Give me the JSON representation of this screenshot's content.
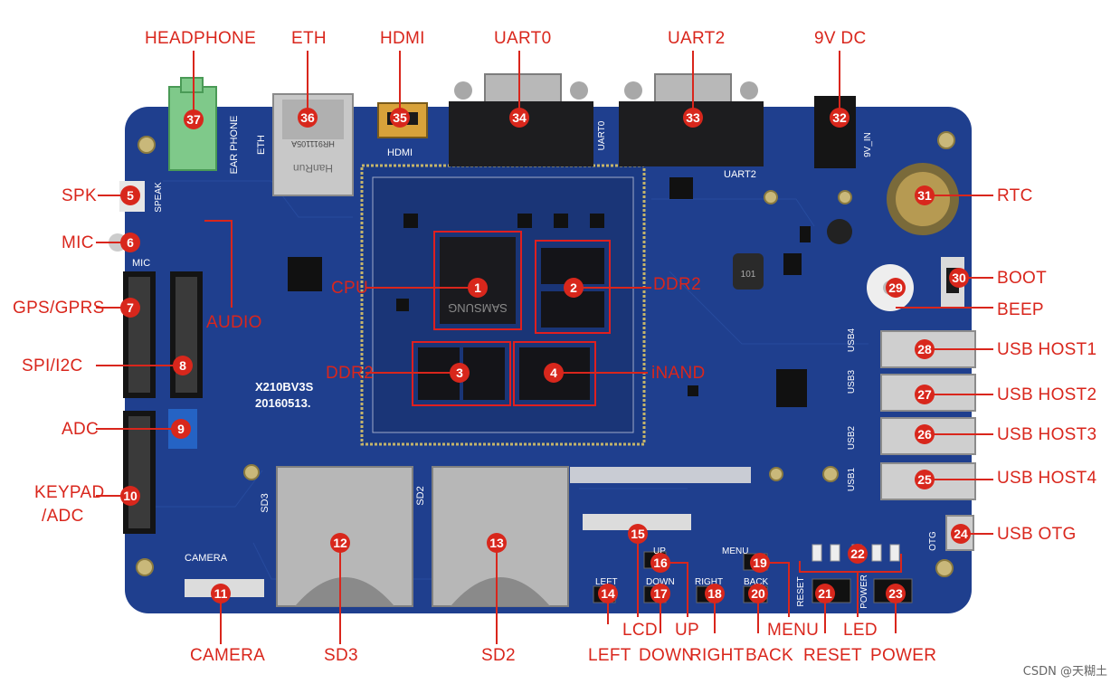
{
  "watermark": "CSDN @天糊土",
  "board_silk": {
    "model": "X210BV3S",
    "date": "20160513.",
    "speak": "SPEAK",
    "mic": "MIC",
    "ear_phone": "EAR PHONE",
    "eth": "ETH",
    "hdmi": "HDMI",
    "uart0": "UART0",
    "uart2": "UART2",
    "nine_v_in": "9V_IN",
    "sd3": "SD3",
    "sd2": "SD2",
    "camera": "CAMERA",
    "up": "UP",
    "down": "DOWN",
    "left": "LEFT",
    "right": "RIGHT",
    "menu": "MENU",
    "back": "BACK",
    "reset": "RESET",
    "power": "POWER",
    "otg": "OTG",
    "usb1": "USB1",
    "usb2": "USB2",
    "usb3": "USB3",
    "usb4": "USB4",
    "samsung": "SAMSUNG",
    "hanrun": "HanRun",
    "hanrun_part": "HR911105A",
    "ind": "101"
  },
  "labels": [
    {
      "id": "headphone",
      "text": "HEADPHONE"
    },
    {
      "id": "eth",
      "text": "ETH"
    },
    {
      "id": "hdmi",
      "text": "HDMI"
    },
    {
      "id": "uart0",
      "text": "UART0"
    },
    {
      "id": "uart2",
      "text": "UART2"
    },
    {
      "id": "dc9v",
      "text": "9V DC"
    },
    {
      "id": "spk",
      "text": "SPK"
    },
    {
      "id": "mic",
      "text": "MIC"
    },
    {
      "id": "audio",
      "text": "AUDIO"
    },
    {
      "id": "gps",
      "text": "GPS/GPRS"
    },
    {
      "id": "spi",
      "text": "SPI/I2C"
    },
    {
      "id": "adc",
      "text": "ADC"
    },
    {
      "id": "keypad1",
      "text": "KEYPAD"
    },
    {
      "id": "keypad2",
      "text": "/ADC"
    },
    {
      "id": "cpu",
      "text": "CPU"
    },
    {
      "id": "ddr2a",
      "text": "DDR2"
    },
    {
      "id": "ddr2b",
      "text": "DDR2"
    },
    {
      "id": "inand",
      "text": "iNAND"
    },
    {
      "id": "rtc",
      "text": "RTC"
    },
    {
      "id": "boot",
      "text": "BOOT"
    },
    {
      "id": "beep",
      "text": "BEEP"
    },
    {
      "id": "usbh1",
      "text": "USB HOST1"
    },
    {
      "id": "usbh2",
      "text": "USB HOST2"
    },
    {
      "id": "usbh3",
      "text": "USB HOST3"
    },
    {
      "id": "usbh4",
      "text": "USB HOST4"
    },
    {
      "id": "usbotg",
      "text": "USB OTG"
    },
    {
      "id": "camera",
      "text": "CAMERA"
    },
    {
      "id": "sd3",
      "text": "SD3"
    },
    {
      "id": "sd2",
      "text": "SD2"
    },
    {
      "id": "left",
      "text": "LEFT"
    },
    {
      "id": "lcd",
      "text": "LCD"
    },
    {
      "id": "down",
      "text": "DOWN"
    },
    {
      "id": "up",
      "text": "UP"
    },
    {
      "id": "right",
      "text": "RIGHT"
    },
    {
      "id": "back",
      "text": "BACK"
    },
    {
      "id": "menu",
      "text": "MENU"
    },
    {
      "id": "reset",
      "text": "RESET"
    },
    {
      "id": "led",
      "text": "LED"
    },
    {
      "id": "power",
      "text": "POWER"
    }
  ],
  "markers": [
    "1",
    "2",
    "3",
    "4",
    "5",
    "6",
    "7",
    "8",
    "9",
    "10",
    "11",
    "12",
    "13",
    "14",
    "15",
    "16",
    "17",
    "18",
    "19",
    "20",
    "21",
    "22",
    "23",
    "24",
    "25",
    "26",
    "27",
    "28",
    "29",
    "30",
    "31",
    "32",
    "33",
    "34",
    "35",
    "36",
    "37"
  ],
  "colors": {
    "label_red": "#d9261c",
    "pcb_blue": "#1f3f8e",
    "marker_red": "#d8271c"
  }
}
